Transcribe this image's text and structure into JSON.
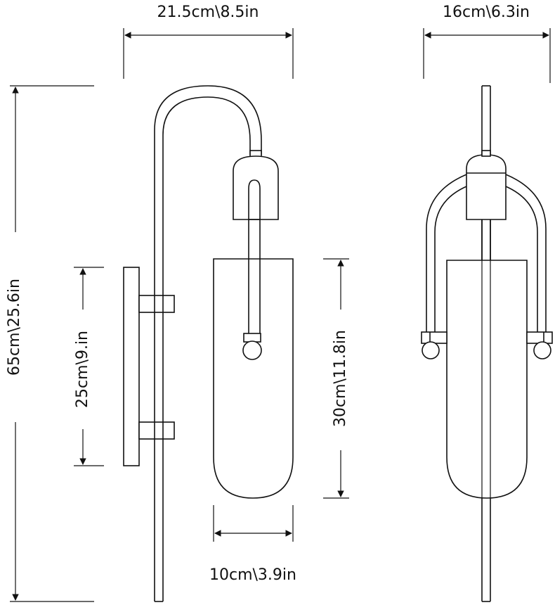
{
  "dimensions": {
    "side_width": "21.5cm\\8.5in",
    "front_width": "16cm\\6.3in",
    "total_height": "65cm\\25.6in",
    "backplate_height": "25cm\\9.in",
    "shade_height": "30cm\\11.8in",
    "shade_width": "10cm\\3.9in"
  },
  "colors": {
    "line": "#111111",
    "background": "#ffffff"
  }
}
